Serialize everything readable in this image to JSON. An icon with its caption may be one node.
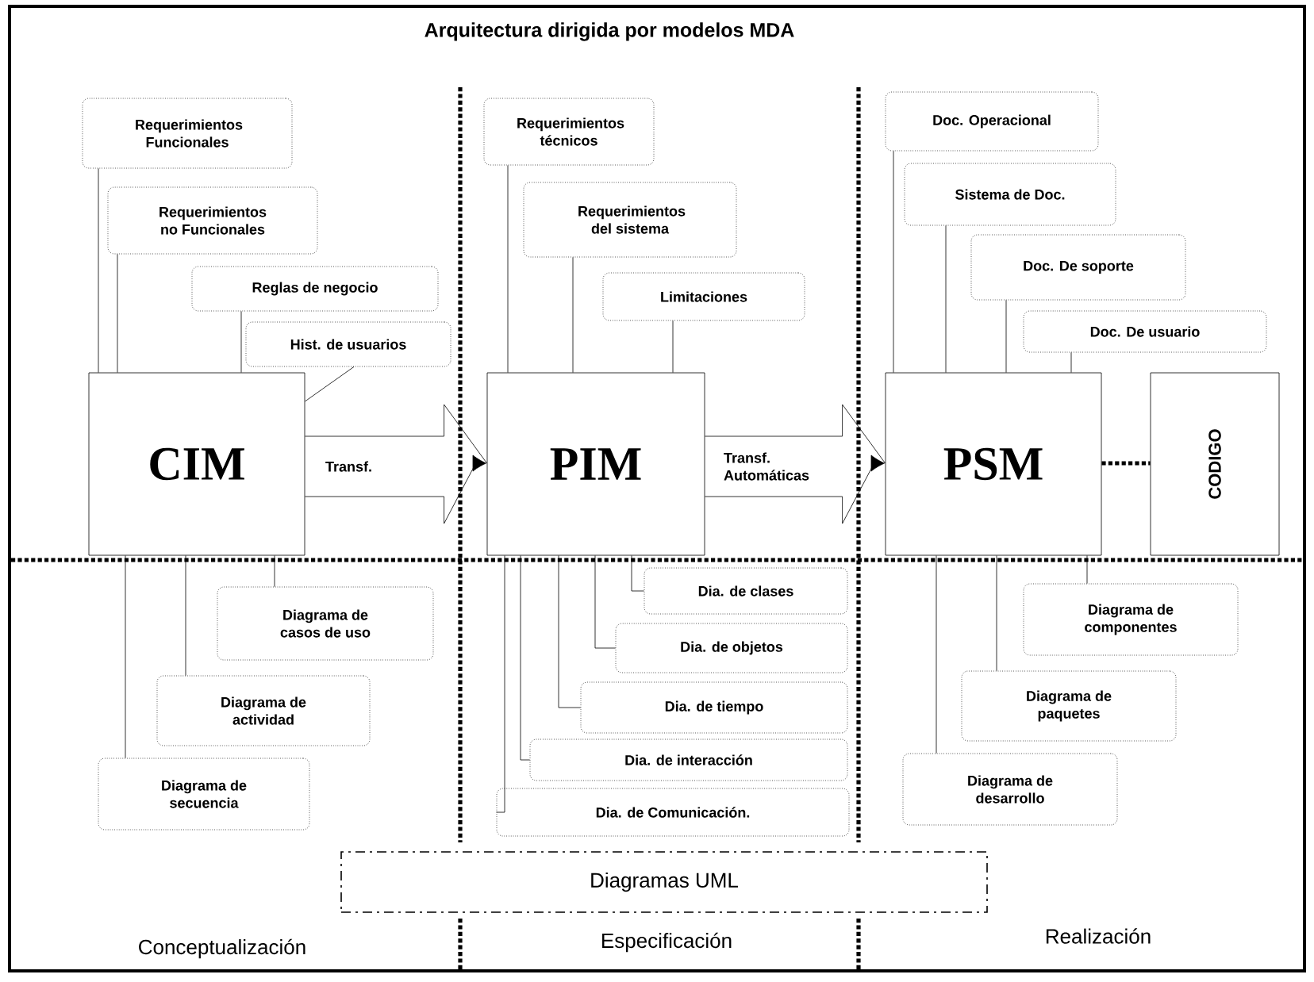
{
  "diagram": {
    "title": "Arquitectura dirigida por modelos MDA",
    "nodes": [
      {
        "text": [
          "CIM"
        ]
      },
      {
        "text": [
          "PIM"
        ]
      },
      {
        "text": [
          "PSM"
        ]
      },
      {
        "text": [
          "CODIGO"
        ]
      },
      {
        "text": [
          "Requerimientos Funcionales"
        ]
      },
      {
        "text": [
          "Requerimientos no Funcionales"
        ]
      },
      {
        "text": [
          "Reglas de negocio"
        ]
      },
      {
        "text": [
          "Hist. de usuarios"
        ]
      },
      {
        "text": [
          "Requerimientos técnicos"
        ]
      },
      {
        "text": [
          "Requerimientos del sistema"
        ]
      },
      {
        "text": [
          "Limitaciones"
        ]
      },
      {
        "text": [
          "Doc. Operacional"
        ]
      },
      {
        "text": [
          "Sistema de Doc."
        ]
      },
      {
        "text": [
          "Doc. De soporte"
        ]
      },
      {
        "text": [
          "Doc. De usuario"
        ]
      },
      {
        "text": [
          "Diagrama de casos de uso"
        ]
      },
      {
        "text": [
          "Diagrama de actividad"
        ]
      },
      {
        "text": [
          "Diagrama de secuencia"
        ]
      },
      {
        "text": [
          "Dia. de clases"
        ]
      },
      {
        "text": [
          "Dia. de objetos"
        ]
      },
      {
        "text": [
          "Dia. de tiempo"
        ]
      },
      {
        "text": [
          "Dia. de interacción"
        ]
      },
      {
        "text": [
          "Dia.   de Comunicación."
        ]
      },
      {
        "text": [
          "Diagrama de componentes"
        ]
      },
      {
        "text": [
          "Diagrama de paquetes"
        ]
      },
      {
        "text": [
          "Diagrama de desarrollo"
        ]
      },
      {
        "text": [
          "Diagramas UML"
        ]
      }
    ],
    "edges": [
      {
        "from": 0,
        "to": 1,
        "arrow": "to",
        "label": "Transf."
      },
      {
        "from": 1,
        "to": 2,
        "arrow": "to",
        "label": "Transf. Automáticas"
      },
      {
        "from": 2,
        "to": 3,
        "arrow": "none",
        "style": "dashed"
      },
      {
        "from": 4,
        "to": 0,
        "arrow": "none"
      },
      {
        "from": 5,
        "to": 0,
        "arrow": "none"
      },
      {
        "from": 6,
        "to": 0,
        "arrow": "none"
      },
      {
        "from": 7,
        "to": 0,
        "arrow": "none"
      },
      {
        "from": 8,
        "to": 1,
        "arrow": "none"
      },
      {
        "from": 9,
        "to": 1,
        "arrow": "none"
      },
      {
        "from": 10,
        "to": 1,
        "arrow": "none"
      },
      {
        "from": 11,
        "to": 2,
        "arrow": "none"
      },
      {
        "from": 12,
        "to": 2,
        "arrow": "none"
      },
      {
        "from": 13,
        "to": 2,
        "arrow": "none"
      },
      {
        "from": 14,
        "to": 2,
        "arrow": "none"
      },
      {
        "from": 15,
        "to": 0,
        "arrow": "none"
      },
      {
        "from": 16,
        "to": 0,
        "arrow": "none"
      },
      {
        "from": 17,
        "to": 0,
        "arrow": "none"
      },
      {
        "from": 18,
        "to": 1,
        "arrow": "none"
      },
      {
        "from": 19,
        "to": 1,
        "arrow": "none"
      },
      {
        "from": 20,
        "to": 1,
        "arrow": "none"
      },
      {
        "from": 21,
        "to": 1,
        "arrow": "none"
      },
      {
        "from": 22,
        "to": 1,
        "arrow": "none"
      },
      {
        "from": 23,
        "to": 2,
        "arrow": "none"
      },
      {
        "from": 24,
        "to": 2,
        "arrow": "none"
      },
      {
        "from": 25,
        "to": 2,
        "arrow": "none"
      }
    ],
    "labels": [
      "Conceptualización",
      "Especificación",
      "Realización"
    ]
  }
}
